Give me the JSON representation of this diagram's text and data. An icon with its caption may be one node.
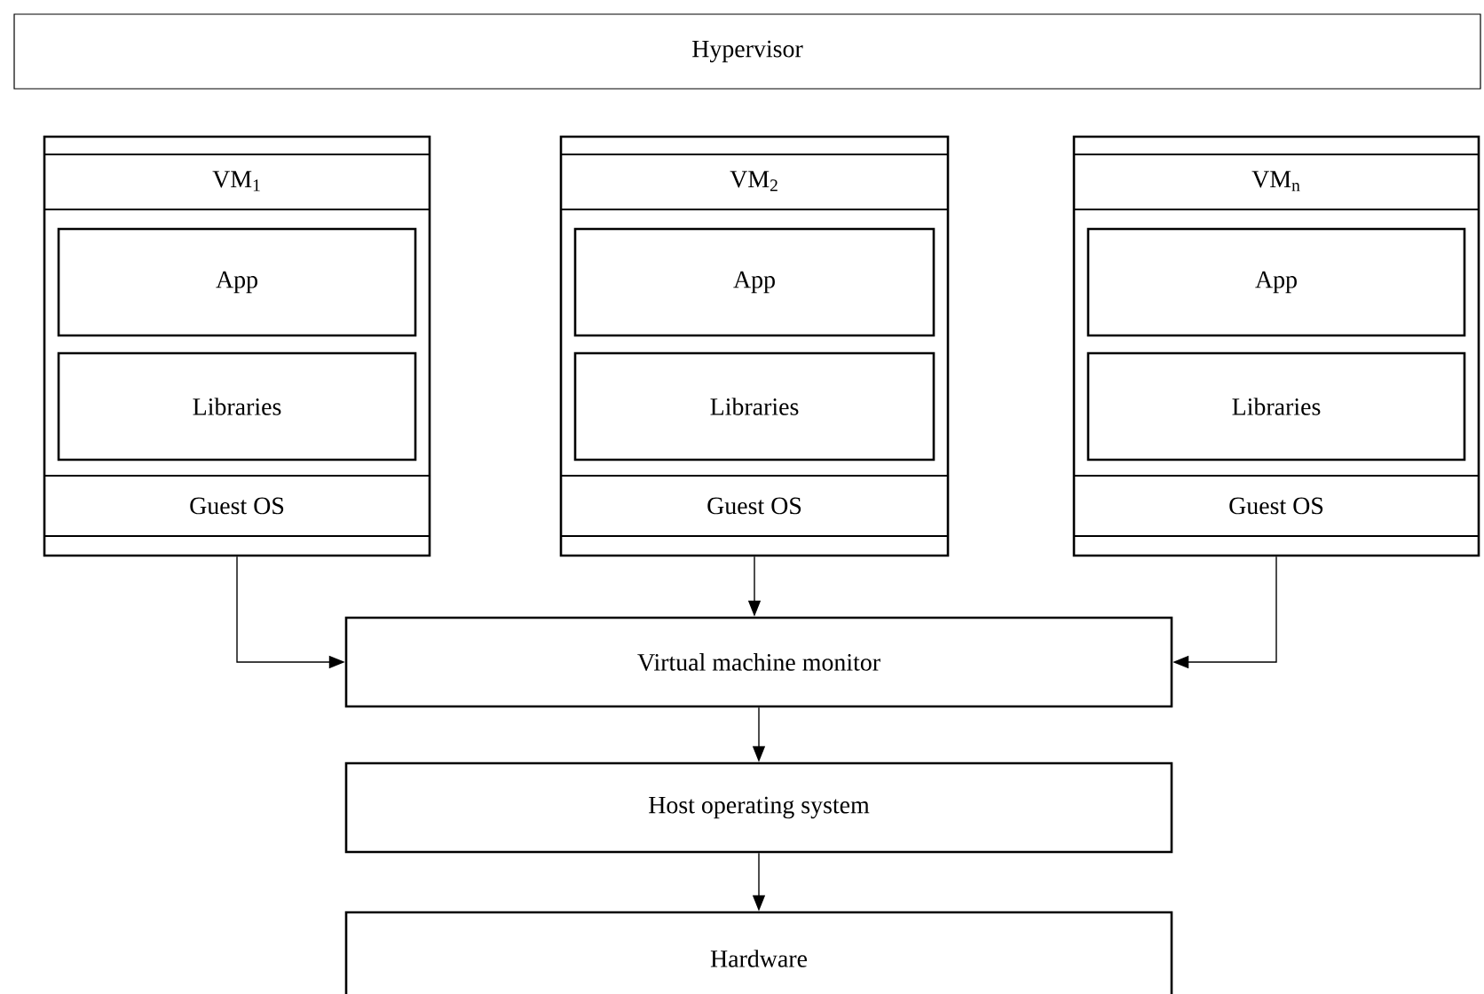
{
  "diagram": {
    "nodes": [
      {
        "text": [
          "Hypervisor"
        ]
      },
      {
        "text": [
          "VM$_{1}$"
        ]
      },
      {
        "text": [
          "App"
        ],
        "in": 1
      },
      {
        "text": [
          "Libraries"
        ],
        "in": 1
      },
      {
        "text": [
          "Guest OS"
        ],
        "in": 1
      },
      {
        "text": [
          "VM$_{2}$"
        ]
      },
      {
        "text": [
          "App"
        ],
        "in": 5
      },
      {
        "text": [
          "Libraries"
        ],
        "in": 5
      },
      {
        "text": [
          "Guest OS"
        ],
        "in": 5
      },
      {
        "text": [
          "VM$_{n}$"
        ]
      },
      {
        "text": [
          "App"
        ],
        "in": 9
      },
      {
        "text": [
          "Libraries"
        ],
        "in": 9
      },
      {
        "text": [
          "Guest OS"
        ],
        "in": 9
      },
      {
        "text": [
          "Virtual machine monitor"
        ]
      },
      {
        "text": [
          "Host operating system"
        ]
      },
      {
        "text": [
          "Hardware"
        ]
      }
    ],
    "edges": [
      {
        "from": 1,
        "to": 13,
        "arrow": "to"
      },
      {
        "from": 5,
        "to": 13,
        "arrow": "to"
      },
      {
        "from": 9,
        "to": 13,
        "arrow": "to"
      },
      {
        "from": 13,
        "to": 14,
        "arrow": "to"
      },
      {
        "from": 14,
        "to": 15,
        "arrow": "to"
      }
    ]
  }
}
